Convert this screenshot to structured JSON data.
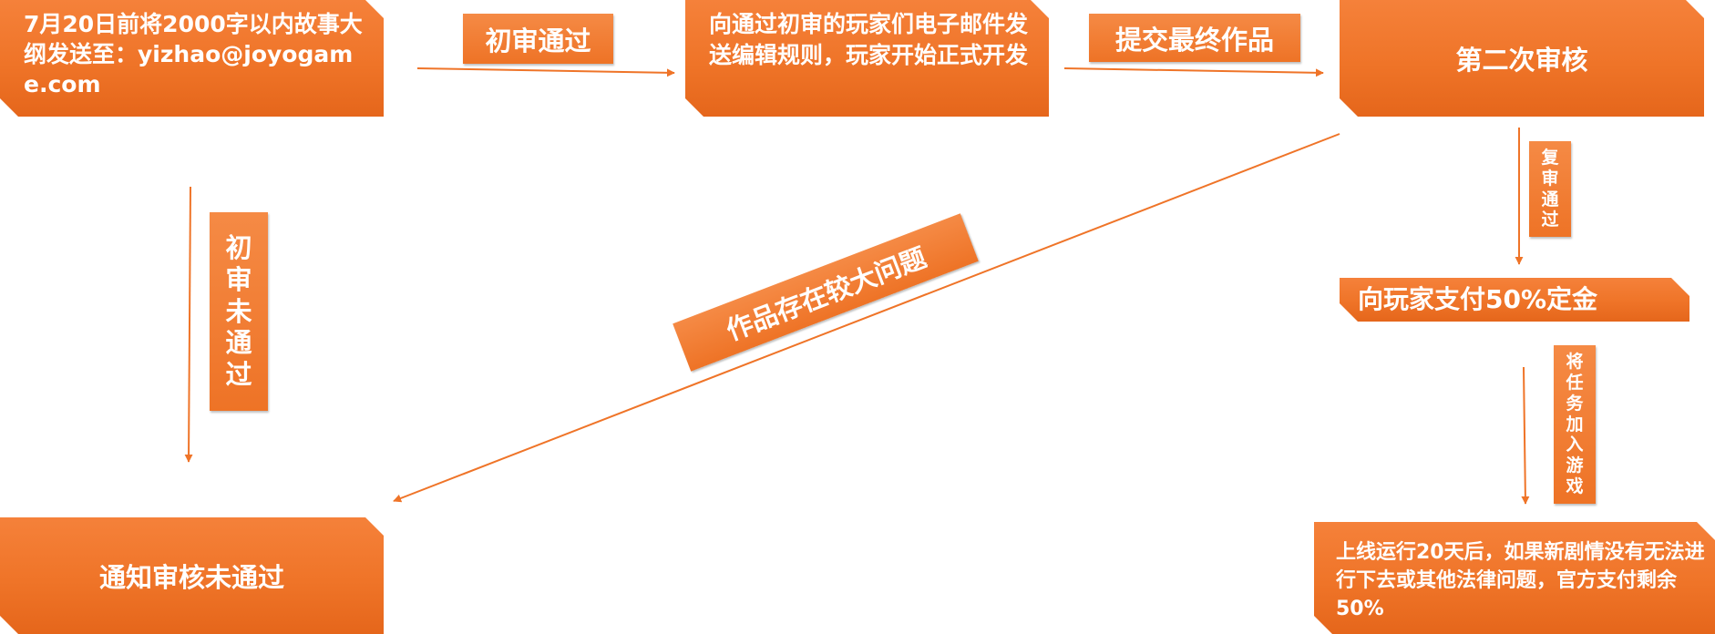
{
  "colors": {
    "box": "#ef7428",
    "arrow": "#ef7428",
    "text": "#ffffff"
  },
  "nodes": {
    "submit_outline": "7月20日前将2000字以内故事大纲发送至：yizhao@joyogame.com",
    "send_rules": "向通过初审的玩家们电子邮件发送编辑规则，玩家开始正式开发",
    "second_review": "第二次审核",
    "pay_deposit": "向玩家支付50%定金",
    "notify_fail": "通知审核未通过",
    "final_payment": "上线运行20天后，如果新剧情没有无法进行下去或其他法律问题，官方支付剩余50%"
  },
  "edge_labels": {
    "first_pass": "初审通过",
    "submit_final": "提交最终作品",
    "first_fail": [
      "初",
      "审",
      "未",
      "通",
      "过"
    ],
    "major_issue": "作品存在较大问题",
    "recheck_pass": [
      "复",
      "审",
      "通",
      "过"
    ],
    "add_to_game": [
      "将",
      "任",
      "务",
      "加",
      "入",
      "游",
      "戏"
    ]
  }
}
